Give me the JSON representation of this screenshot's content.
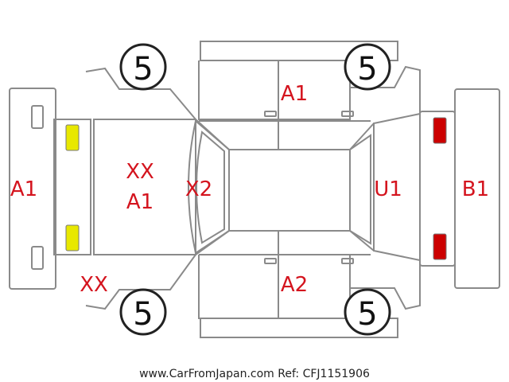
{
  "tire_marks": {
    "front_left": "5",
    "front_right": "5",
    "rear_left": "5",
    "rear_right": "5"
  },
  "damage_codes": {
    "front_bumper": "A1",
    "hood_top": "XX",
    "hood_bottom": "A1",
    "windshield": "X2",
    "roof_right_side": "A1",
    "lower_left": "XX",
    "lower_right_side": "A2",
    "back_glass": "U1",
    "rear_bumper": "B1"
  },
  "footer": {
    "source": "www.CarFromJapan.com Ref: CFJ1151906"
  },
  "colors": {
    "outline": "#8a8a8a",
    "damage_code": "#d4141e",
    "front_light": "#e8e800",
    "rear_light": "#cc0000",
    "tire_ring": "#222222"
  }
}
